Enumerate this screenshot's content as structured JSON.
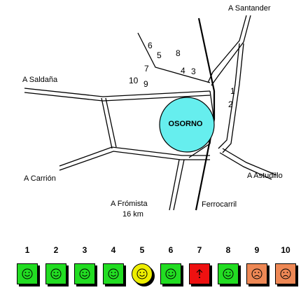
{
  "map": {
    "destinations": {
      "santander": "A  Santander",
      "saldana": "A  Saldaña",
      "carrion": "A  Carrión",
      "astudillo": "A  Astudillo",
      "fromista": "A  Frómista",
      "fromista_distance": "16 km",
      "railway": "Ferrocarril"
    },
    "town": "OSORNO",
    "colors": {
      "town_fill": "#66eeee",
      "road": "#000000",
      "rail": "#000000"
    },
    "point_labels": [
      "6",
      "5",
      "8",
      "7",
      "4",
      "3",
      "10",
      "9",
      "1",
      "2"
    ]
  },
  "legend": {
    "items": [
      {
        "number": "1",
        "color": "#22dd22",
        "icon": "smile-icon"
      },
      {
        "number": "2",
        "color": "#22dd22",
        "icon": "smile-icon"
      },
      {
        "number": "3",
        "color": "#22dd22",
        "icon": "smile-icon"
      },
      {
        "number": "4",
        "color": "#22dd22",
        "icon": "smile-icon"
      },
      {
        "number": "5",
        "color": "#eeee00",
        "icon": "smile-icon"
      },
      {
        "number": "6",
        "color": "#22dd22",
        "icon": "smile-icon"
      },
      {
        "number": "7",
        "color": "#ee1111",
        "icon": "alert-icon"
      },
      {
        "number": "8",
        "color": "#22dd22",
        "icon": "smile-icon"
      },
      {
        "number": "9",
        "color": "#ee8855",
        "icon": "frown-icon"
      },
      {
        "number": "10",
        "color": "#ee8855",
        "icon": "frown-icon"
      }
    ]
  }
}
